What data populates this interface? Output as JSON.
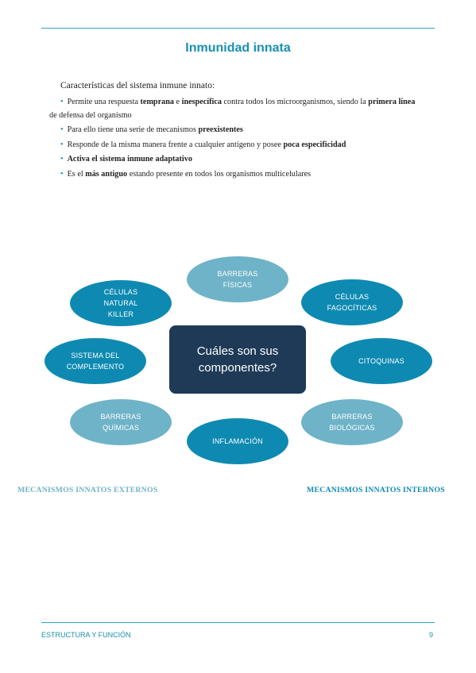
{
  "title": "Inmunidad innata",
  "intro": "Características del sistema inmune innato:",
  "bullets": [
    {
      "pre": "Permite una respuesta ",
      "b1": "temprana",
      "mid1": " e ",
      "b2": "inespecífica",
      "mid2": " contra todos los microorganismos, siendo la ",
      "b3": "primera línea",
      "post": " de defensa del organismo"
    },
    {
      "pre": "Para ello tiene una serie de mecanismos ",
      "b1": "preexistentes"
    },
    {
      "pre": "Responde de la misma manera frente a cualquier antígeno y posee ",
      "b1": "poca especificidad"
    },
    {
      "b1": "Activa el sistema inmune adaptativo"
    },
    {
      "pre": "Es el ",
      "b1": "más antiguo",
      "post": " estando presente en todos los organismos multicelulares"
    }
  ],
  "diagram": {
    "center": "Cuáles son sus\ncomponentes?",
    "nodes": {
      "barreras_fisicas": "BARRERAS\nFÍSICAS",
      "celulas_nk": "CÉLULAS\nNATURAL\nKILLER",
      "celulas_fagociticas": "CÉLULAS\nFAGOCÍTICAS",
      "sistema_complemento": "SISTEMA DEL\nCOMPLEMENTO",
      "citoquinas": "CITOQUINAS",
      "barreras_quimicas": "BARRERAS\nQUÍMICAS",
      "barreras_biologicas": "BARRERAS\nBIOLÓGICAS",
      "inflamacion": "INFLAMACIÓN"
    },
    "captions": {
      "externos": "MECANISMOS INNATOS EXTERNOS",
      "internos": "MECANISMOS INNATOS INTERNOS"
    },
    "colors": {
      "externos": "#6fb3c8",
      "internos": "#0e8ab2",
      "center": "#1e3a57"
    }
  },
  "footer": {
    "left": "ESTRUCTURA Y FUNCIÓN",
    "page": "9"
  }
}
